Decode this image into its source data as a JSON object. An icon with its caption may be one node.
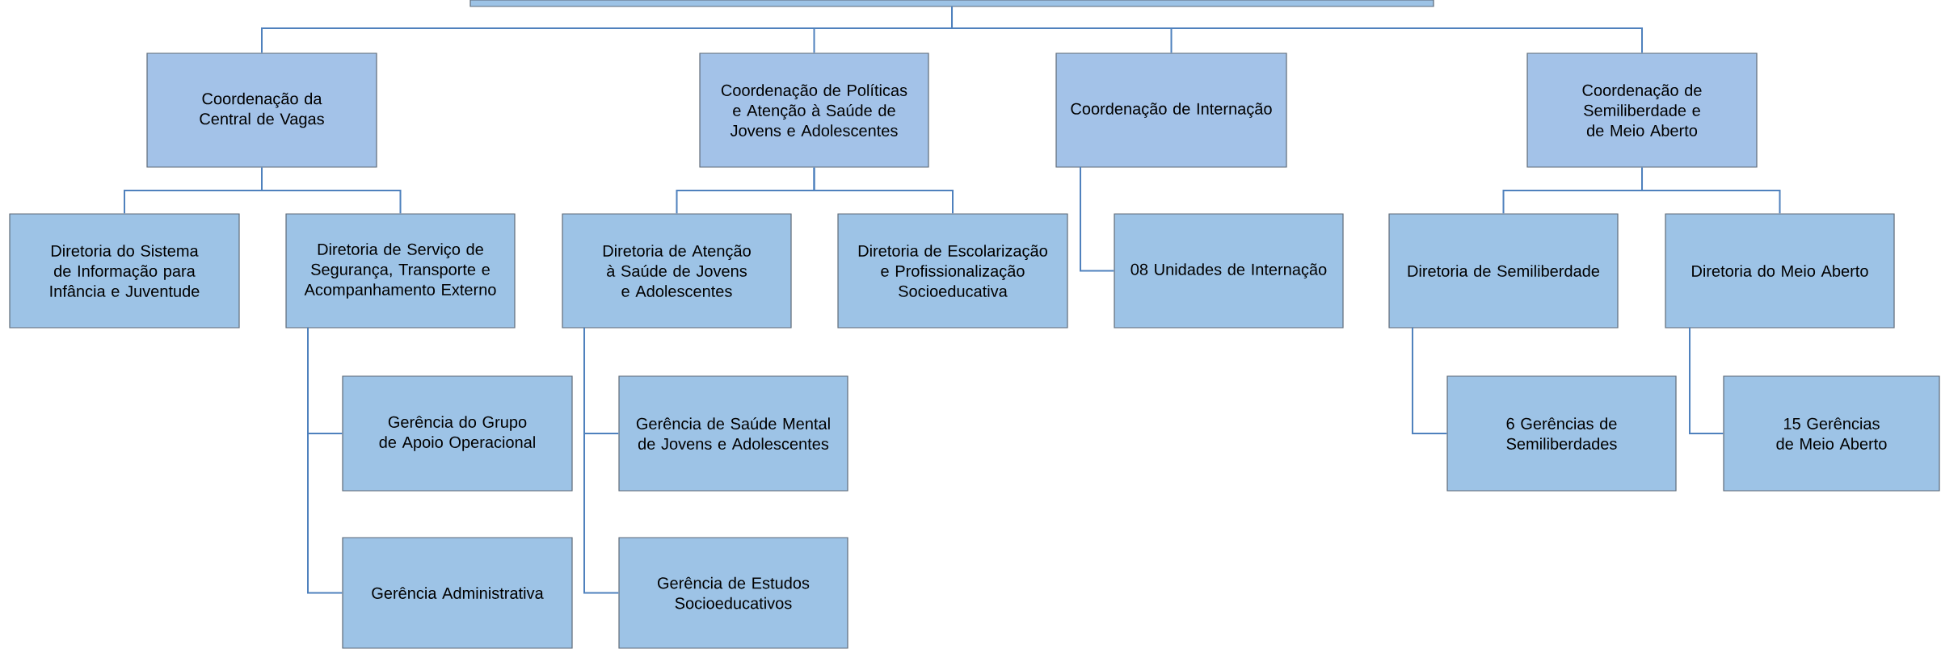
{
  "diagram": {
    "nodes": [
      {
        "text": [],
        "shape": "box"
      },
      {
        "text": [
          "Coordenação da Central de Vagas"
        ]
      },
      {
        "text": [
          "Coordenação de Políticas e Atenção à Saúde de Jovens e Adolescentes"
        ]
      },
      {
        "text": [
          "Coordenação de Internação"
        ]
      },
      {
        "text": [
          "Coordenação de Semiliberdade e de Meio Aberto"
        ]
      },
      {
        "text": [
          "Diretoria do Sistema de Informação para Infância e Juventude"
        ]
      },
      {
        "text": [
          "Diretoria de Serviço de Segurança, Transporte e Acompanhamento Externo"
        ]
      },
      {
        "text": [
          "Gerência do Grupo de Apoio Operacional"
        ]
      },
      {
        "text": [
          "Gerência Administrativa"
        ]
      },
      {
        "text": [
          "Diretoria de Atenção à Saúde de Jovens e Adolescentes"
        ]
      },
      {
        "text": [
          "Gerência de Saúde Mental de Jovens e Adolescentes"
        ]
      },
      {
        "text": [
          "Gerência de Estudos Socioeducativos"
        ]
      },
      {
        "text": [
          "Diretoria de Escolarização e Profissionalização Socioeducativa"
        ]
      },
      {
        "text": [
          "08 Unidades de Internação"
        ]
      },
      {
        "text": [
          "Diretoria de Semiliberdade"
        ]
      },
      {
        "text": [
          "6 Gerências de Semiliberdades"
        ]
      },
      {
        "text": [
          "Diretoria do Meio Aberto"
        ]
      },
      {
        "text": [
          "15 Gerências de Meio Aberto"
        ]
      }
    ],
    "edges": [
      {
        "from": 0,
        "to": 1,
        "arrow": "none"
      },
      {
        "from": 0,
        "to": 2,
        "arrow": "none"
      },
      {
        "from": 0,
        "to": 3,
        "arrow": "none"
      },
      {
        "from": 0,
        "to": 4,
        "arrow": "none"
      },
      {
        "from": 1,
        "to": 5,
        "arrow": "none"
      },
      {
        "from": 1,
        "to": 6,
        "arrow": "none"
      },
      {
        "from": 6,
        "to": 7,
        "arrow": "none"
      },
      {
        "from": 6,
        "to": 8,
        "arrow": "none"
      },
      {
        "from": 2,
        "to": 9,
        "arrow": "none"
      },
      {
        "from": 2,
        "to": 12,
        "arrow": "none"
      },
      {
        "from": 9,
        "to": 10,
        "arrow": "none"
      },
      {
        "from": 9,
        "to": 11,
        "arrow": "none"
      },
      {
        "from": 3,
        "to": 13,
        "arrow": "none"
      },
      {
        "from": 4,
        "to": 14,
        "arrow": "none"
      },
      {
        "from": 4,
        "to": 16,
        "arrow": "none"
      },
      {
        "from": 14,
        "to": 15,
        "arrow": "none"
      },
      {
        "from": 16,
        "to": 17,
        "arrow": "none"
      }
    ]
  }
}
